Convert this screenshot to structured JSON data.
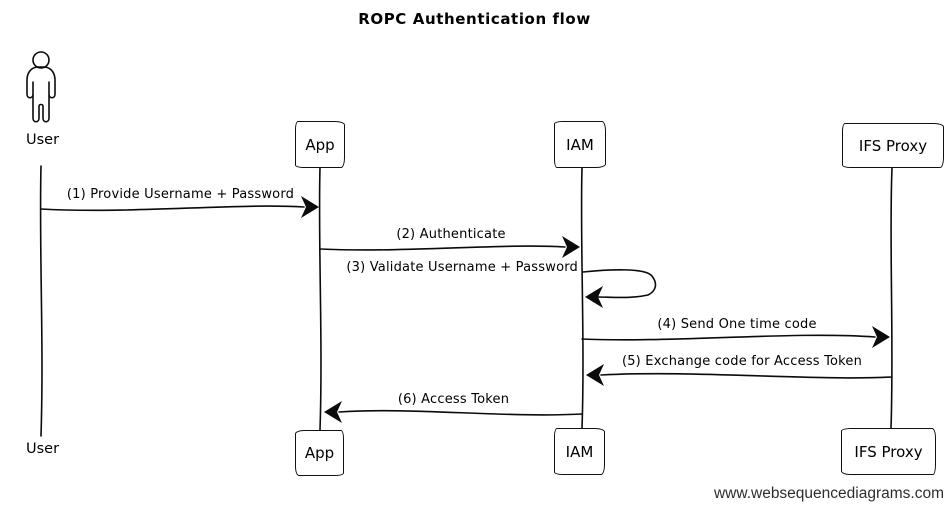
{
  "title": "ROPC Authentication flow",
  "watermark": "www.websequencediagrams.com",
  "participants": {
    "user": {
      "label": "User",
      "type": "actor"
    },
    "app": {
      "label": "App",
      "type": "box"
    },
    "iam": {
      "label": "IAM",
      "type": "box"
    },
    "ifs": {
      "label": "IFS Proxy",
      "type": "box"
    }
  },
  "messages": [
    {
      "label": "(1) Provide Username + Password",
      "from": "User",
      "to": "App"
    },
    {
      "label": "(2) Authenticate",
      "from": "App",
      "to": "IAM"
    },
    {
      "label": "(3) Validate Username + Password",
      "from": "IAM",
      "to": "IAM",
      "self": true
    },
    {
      "label": "(4) Send One time code",
      "from": "IAM",
      "to": "IFS Proxy"
    },
    {
      "label": "(5) Exchange code for Access Token",
      "from": "IFS Proxy",
      "to": "IAM"
    },
    {
      "label": "(6) Access Token",
      "from": "IAM",
      "to": "App"
    }
  ],
  "colors": {
    "stroke": "#0b0b0b",
    "background": "#ffffff",
    "watermark_text": "#2d2d2d"
  }
}
